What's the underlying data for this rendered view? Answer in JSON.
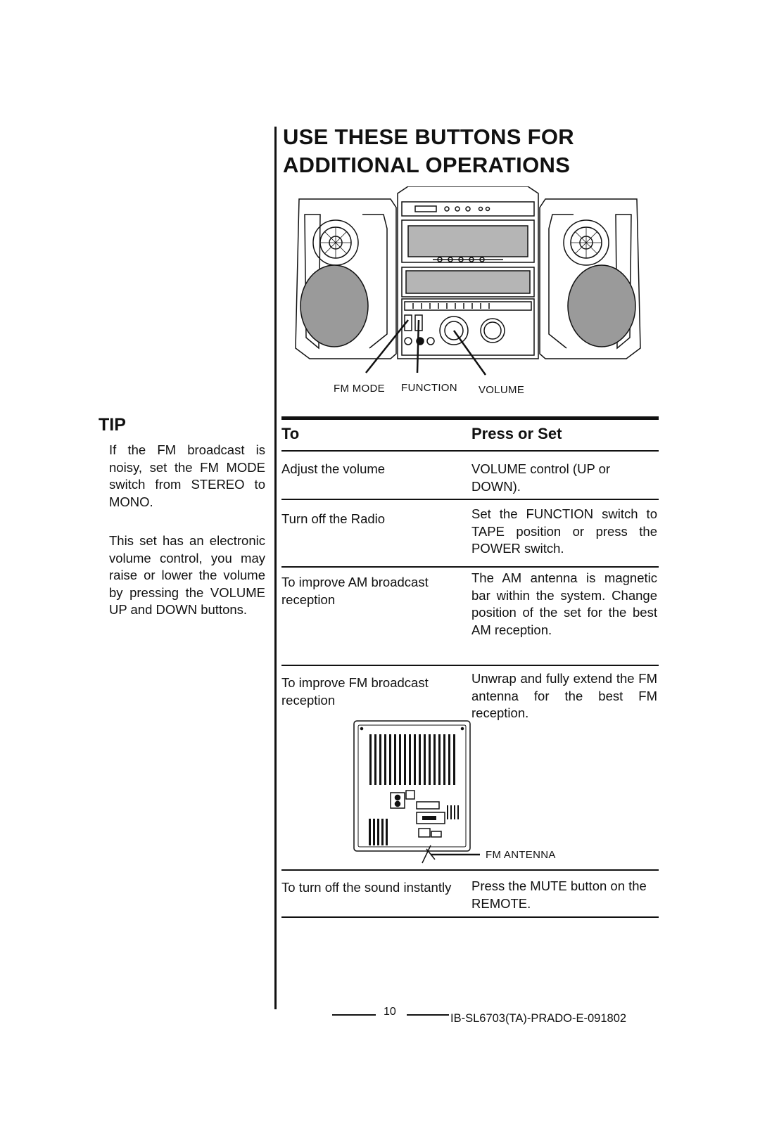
{
  "title": {
    "line1": "USE THESE BUTTONS FOR",
    "line2": "ADDITIONAL OPERATIONS"
  },
  "figure_top": {
    "labels": {
      "fm_mode": "FM MODE",
      "function": "FUNCTION",
      "volume": "VOLUME"
    }
  },
  "tip": {
    "heading": "TIP",
    "paragraph1": "If the FM broadcast is noisy, set the FM MODE switch from STEREO to MONO.",
    "paragraph2": "This set has an electronic volume control, you may raise or lower the volume by pressing the VOLUME UP and DOWN buttons."
  },
  "table": {
    "col_to": "To",
    "col_press": "Press or Set",
    "rows": [
      {
        "to": "Adjust the volume",
        "press": "VOLUME control (UP or DOWN)."
      },
      {
        "to": "Turn off the Radio",
        "press": "Set the FUNCTION switch to TAPE position or press the POWER switch."
      },
      {
        "to": "To improve AM broadcast reception",
        "press": "The AM antenna is magnetic bar within the system. Change position of the set for the best AM reception."
      },
      {
        "to": "To improve FM broadcast reception",
        "press": "Unwrap and fully extend the FM antenna for the best FM reception."
      },
      {
        "to": "To turn off the sound instantly",
        "press": "Press the MUTE button on the REMOTE."
      }
    ]
  },
  "figure_back": {
    "label": "FM ANTENNA"
  },
  "footer": {
    "page_number": "10",
    "doc_code": "IB-SL6703(TA)-PRADO-E-091802"
  }
}
